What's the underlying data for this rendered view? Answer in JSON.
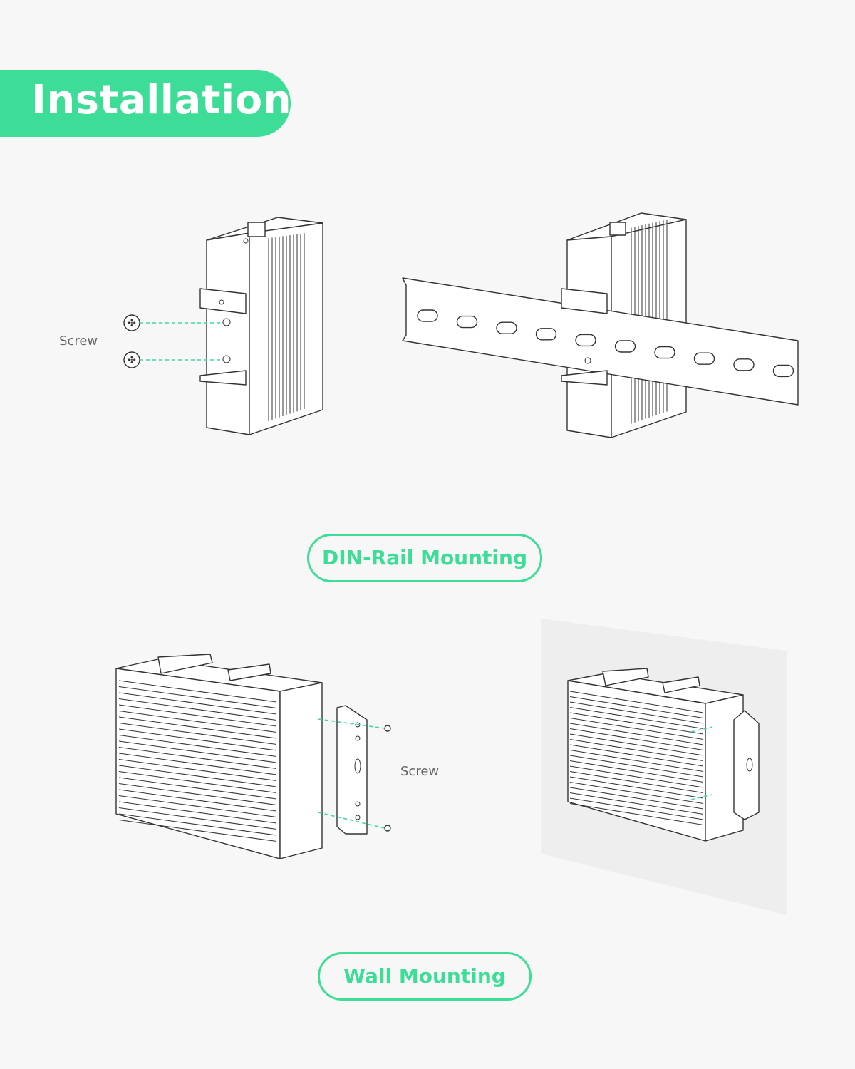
{
  "header": {
    "title": "Installation"
  },
  "din_rail": {
    "screw_label": "Screw",
    "caption": "DIN-Rail Mounting"
  },
  "wall": {
    "screw_label": "Screw",
    "caption": "Wall Mounting"
  },
  "colors": {
    "accent": "#3ddc97",
    "background": "#f6f7f6",
    "wall": "#eeeeee"
  }
}
